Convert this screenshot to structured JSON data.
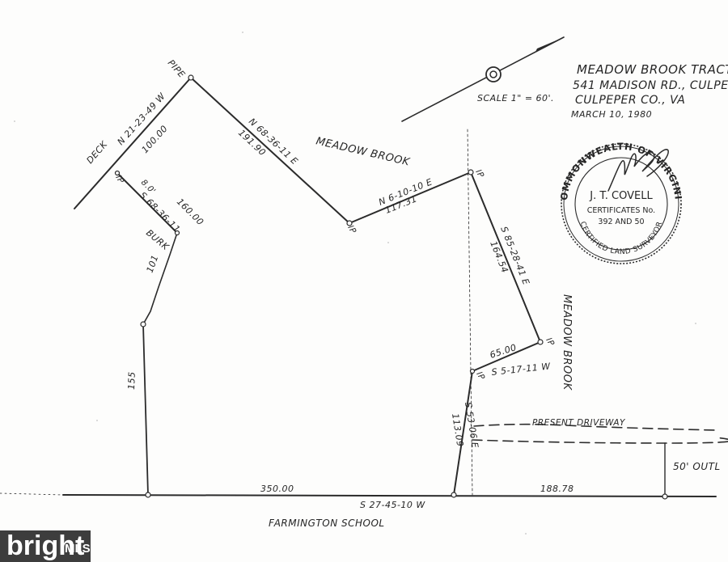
{
  "plat": {
    "title": {
      "line1": "MEADOW BROOK TRACT",
      "line2": "541 MADISON RD., CULPE",
      "line3": "CULPEPER CO., VA",
      "date": "MARCH 10, 1980"
    },
    "scale": "SCALE 1\" = 60'.",
    "adjoiners": {
      "meadow_brook_top": "MEADOW BROOK",
      "meadow_brook_right": "MEADOW BROOK",
      "farmington_school": "FARMINGTON SCHOOL",
      "present_driveway": "PRESENT DRIVEWAY",
      "outlet": "50' OUTL",
      "deck": "DECK",
      "pipe": "PIPE",
      "burk": "BURK"
    },
    "courses": {
      "nw_bearing": "N 21-23-49 W",
      "nw_distance": "100.00",
      "north_bearing": "N 68-36-11 E",
      "north_distance": "191.90",
      "ne_bearing": "N 6-10-10 E",
      "ne_distance": "117.31",
      "east_bearing": "S 85-28-41 E",
      "east_distance": "164.54",
      "notch_distance": "65.00",
      "notch_bearing": "S 5-17-11 W",
      "se_bearing": "S 53-06 E",
      "se_distance": "113.09",
      "south_west_distance": "350.00",
      "south_bearing": "S 27-45-10 W",
      "south_east_distance": "188.78",
      "west_upper_bearing": "S 68-36-11",
      "west_upper_distance": "160.00",
      "west_mid_distance": "101",
      "west_low_distance": "155",
      "small_mark": "8.0'"
    },
    "markers": {
      "ip": "IP"
    },
    "seal": {
      "ring": "COMMONWEALTH OF VIRGINIA",
      "name": "J. T. COVELL",
      "cert_label": "CERTIFICATES No.",
      "cert_numbers": "392 AND 50",
      "bottom": "CERTIFIED LAND SURVEYOR"
    },
    "watermark": {
      "logo": "bright",
      "suffix": "MLS"
    }
  }
}
